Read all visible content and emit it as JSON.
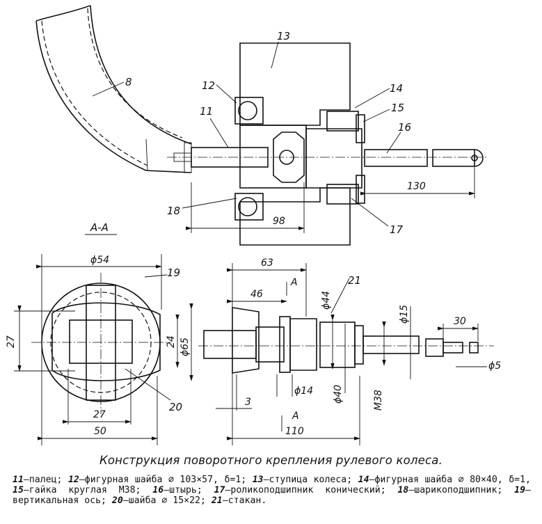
{
  "drawing": {
    "section_label": "A-A",
    "section_mark": "A",
    "part_labels": {
      "p8": "8",
      "p11": "11",
      "p12": "12",
      "p13": "13",
      "p14": "14",
      "p15": "15",
      "p16": "16",
      "p17": "17",
      "p18": "18",
      "p19": "19",
      "p20": "20",
      "p21": "21"
    },
    "dimensions": {
      "d98": "98",
      "d130": "130",
      "d54": "ϕ54",
      "d27a": "27",
      "d24": "24",
      "d65": "ϕ65",
      "d27b": "27",
      "d50": "50",
      "d63": "63",
      "d46": "46",
      "d44": "ϕ44",
      "d40": "ϕ40",
      "d14": "ϕ14",
      "dM38": "M38",
      "d15": "ϕ15",
      "d30": "30",
      "d5": "ϕ5",
      "d3": "3",
      "d110": "110"
    }
  },
  "caption": "Конструкция поворотного крепления рулевого колеса.",
  "legend": [
    {
      "num": "11",
      "text": "—палец; "
    },
    {
      "num": "12",
      "text": "—фигурная шайба ∅ 103×57, δ=1; "
    },
    {
      "num": "13",
      "text": "—ступица колеса; "
    },
    {
      "num": "14",
      "text": "—фигурная шайба ∅ 80×40, δ=1, "
    },
    {
      "num": "15",
      "text": "—гайка круглая М38; "
    },
    {
      "num": "16",
      "text": "—штырь; "
    },
    {
      "num": "17",
      "text": "—роликоподшипник конический; "
    },
    {
      "num": "18",
      "text": "—шарикоподшипник; "
    },
    {
      "num": "19",
      "text": "—вертикальная ось; "
    },
    {
      "num": "20",
      "text": "—шайба ∅ 15×22; "
    },
    {
      "num": "21",
      "text": "—стакан."
    }
  ]
}
